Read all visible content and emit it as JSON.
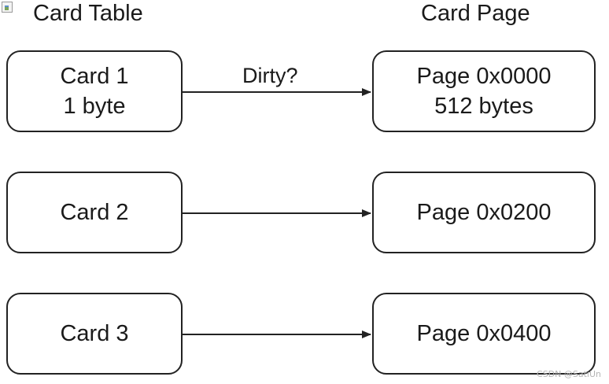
{
  "columns": {
    "left_title": "Card Table",
    "right_title": "Card Page"
  },
  "cards": [
    {
      "lines": [
        "Card 1",
        "1 byte"
      ]
    },
    {
      "lines": [
        "Card 2"
      ]
    },
    {
      "lines": [
        "Card 3"
      ]
    }
  ],
  "pages": [
    {
      "lines": [
        "Page 0x0000",
        "512 bytes"
      ]
    },
    {
      "lines": [
        "Page 0x0200"
      ]
    },
    {
      "lines": [
        "Page 0x0400"
      ]
    }
  ],
  "arrows": [
    {
      "from": "Card 1",
      "to": "Page 0x0000",
      "label": "Dirty?"
    },
    {
      "from": "Card 2",
      "to": "Page 0x0200",
      "label": ""
    },
    {
      "from": "Card 3",
      "to": "Page 0x0400",
      "label": ""
    }
  ],
  "watermark": "CSDN @SatiUn",
  "colors": {
    "stroke": "#222222",
    "text": "#1a1a1a",
    "background": "#ffffff",
    "watermark": "#b5b5b5"
  },
  "icons": {
    "top_left": "broken-image-icon"
  }
}
